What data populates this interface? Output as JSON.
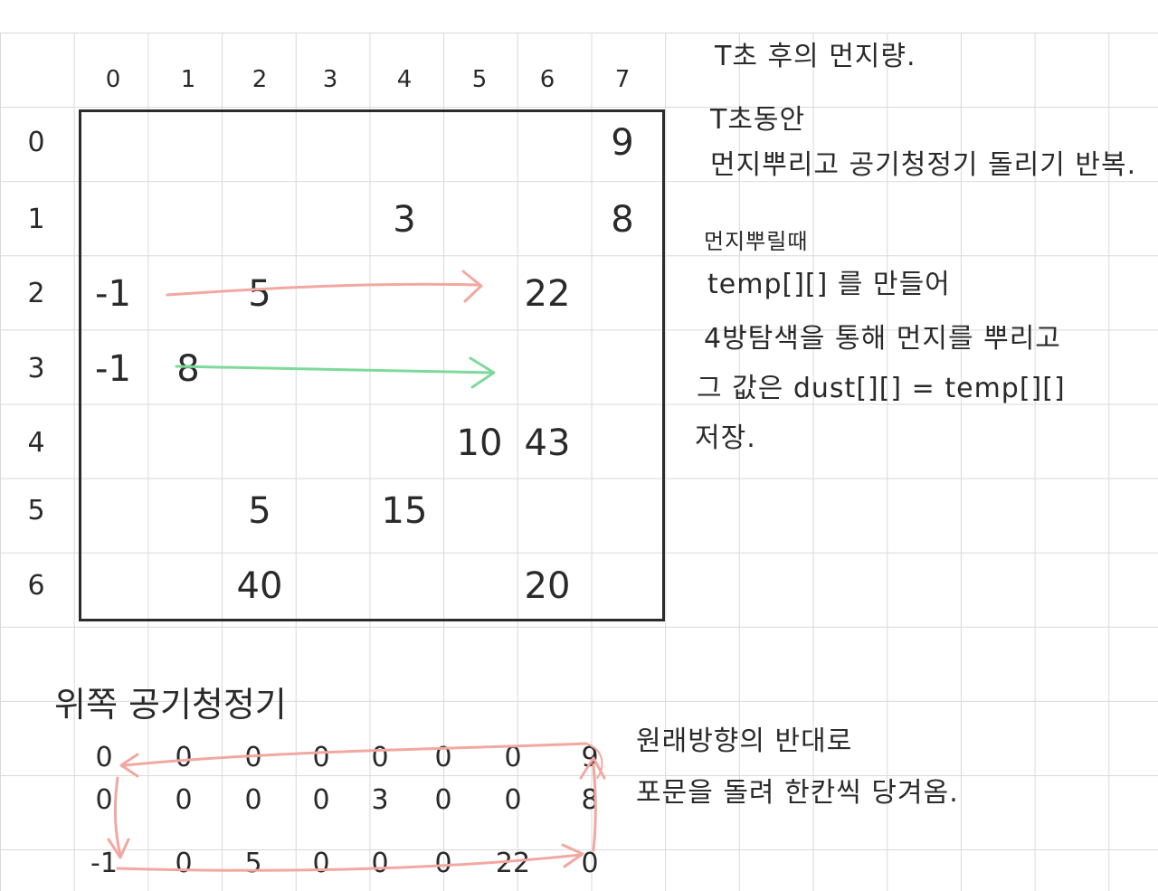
{
  "grid": {
    "col_labels": [
      "0",
      "1",
      "2",
      "3",
      "4",
      "5",
      "6",
      "7"
    ],
    "row_labels": [
      "0",
      "1",
      "2",
      "3",
      "4",
      "5",
      "6"
    ],
    "cells": [
      {
        "row": 0,
        "col": 7,
        "text": "9"
      },
      {
        "row": 1,
        "col": 4,
        "text": "3"
      },
      {
        "row": 1,
        "col": 7,
        "text": "8"
      },
      {
        "row": 2,
        "col": 0,
        "text": "-1"
      },
      {
        "row": 2,
        "col": 2,
        "text": "5"
      },
      {
        "row": 2,
        "col": 6,
        "text": "22"
      },
      {
        "row": 3,
        "col": 0,
        "text": "-1"
      },
      {
        "row": 3,
        "col": 1,
        "text": "8"
      },
      {
        "row": 4,
        "col": 5,
        "text": "10"
      },
      {
        "row": 4,
        "col": 6,
        "text": "43"
      },
      {
        "row": 5,
        "col": 2,
        "text": "5"
      },
      {
        "row": 5,
        "col": 4,
        "text": "15"
      },
      {
        "row": 6,
        "col": 2,
        "text": "40"
      },
      {
        "row": 6,
        "col": 6,
        "text": "20"
      }
    ],
    "arrow_colors": {
      "row2": "#f2a8a0",
      "row3": "#7ed99a"
    }
  },
  "notes": {
    "title": "T초 후의 먼지량.",
    "line1": "T초동안",
    "line2": "먼지뿌리고 공기청정기 돌리기 반복.",
    "line3": "먼지뿌릴때",
    "line4": "temp[][] 를 만들어",
    "line5": "4방탐색을 통해 먼지를 뿌리고",
    "line6": "그 값은 dust[][] = temp[][]",
    "line7": "저장."
  },
  "bottom": {
    "title": "위쪽 공기청정기",
    "rows": [
      [
        "0",
        "0",
        "0",
        "0",
        "0",
        "0",
        "0",
        "9"
      ],
      [
        "0",
        "0",
        "0",
        "0",
        "3",
        "0",
        "0",
        "8"
      ],
      [
        "-1",
        "0",
        "5",
        "0",
        "0",
        "0",
        "22",
        "0"
      ]
    ],
    "note1": "원래방향의 반대로",
    "note2": "포문을 돌려 한칸씩 당겨옴.",
    "loop_color": "#f2a8a0"
  }
}
